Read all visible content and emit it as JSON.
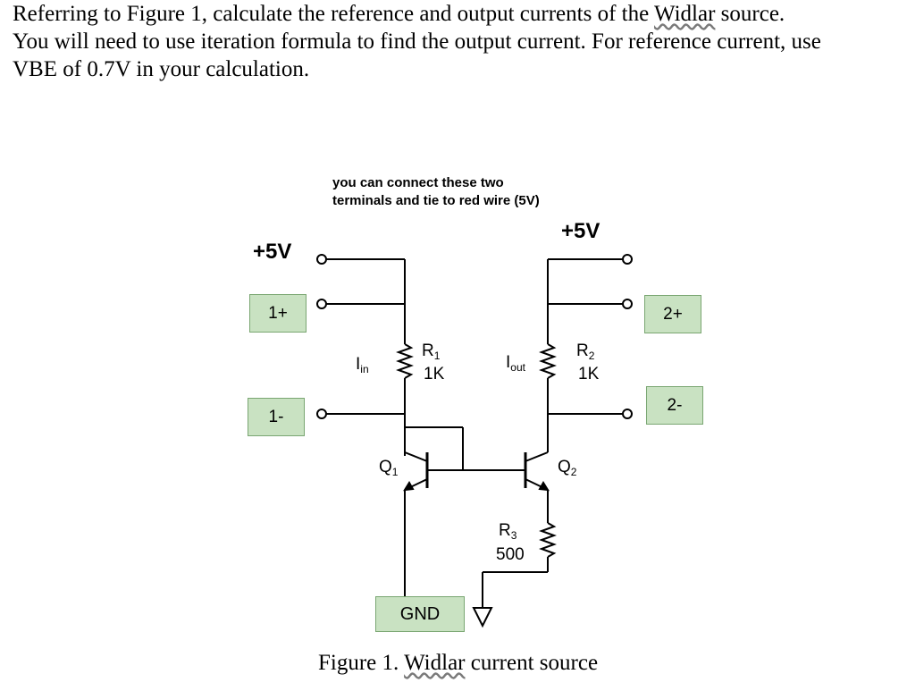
{
  "question": {
    "line1_pre": "Referring to Figure 1, calculate the reference and output currents of the ",
    "line1_widlar": "Widlar",
    "line1_post": " source.",
    "line2": "You will need to use iteration formula to find the output current. For reference current, use",
    "line3": "VBE of 0.7V in your calculation."
  },
  "diagram": {
    "note_line1": "you can connect these two",
    "note_line2": "terminals and tie to red wire (5V)",
    "left_supply": "+5V",
    "right_supply": "+5V",
    "terminal_1plus": "1+",
    "terminal_1minus": "1-",
    "terminal_2plus": "2+",
    "terminal_2minus": "2-",
    "gnd": "GND",
    "iin_main": "I",
    "iin_sub": "in",
    "iout_main": "I",
    "iout_sub": "out",
    "r1_main": "R",
    "r1_sub": "1",
    "r1_value": "1K",
    "r2_main": "R",
    "r2_sub": "2",
    "r2_value": "1K",
    "r3_main": "R",
    "r3_sub": "3",
    "r3_value": "500",
    "q1_main": "Q",
    "q1_sub": "1",
    "q2_main": "Q",
    "q2_sub": "2"
  },
  "caption": {
    "pre": "Figure 1. ",
    "widlar": "Widlar",
    "post": " current source"
  }
}
